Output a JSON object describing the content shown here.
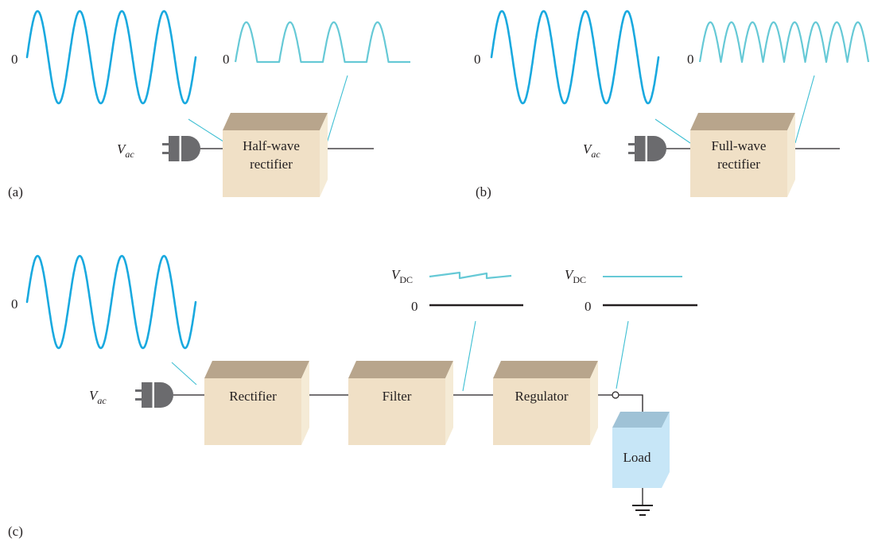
{
  "colors": {
    "input_wave": "#19a9df",
    "output_wave": "#66c9d6",
    "block_front": "#f0e0c6",
    "block_top": "#b8a58c",
    "block_side": "#f5ebd6",
    "load_front": "#c7e6f7",
    "load_top": "#9fc2d6",
    "plug": "#6b6b6e"
  },
  "icons": [
    "ac-plug-icon",
    "ground-icon",
    "output-terminal-icon"
  ],
  "zero": "0",
  "source": {
    "main": "V",
    "sub": "ac"
  },
  "vdc": {
    "main": "V",
    "sub": "DC"
  },
  "panel_a": {
    "label": "(a)",
    "block": [
      "Half-wave",
      "rectifier"
    ]
  },
  "panel_b": {
    "label": "(b)",
    "block": [
      "Full-wave",
      "rectifier"
    ]
  },
  "panel_c": {
    "label": "(c)",
    "rectifier": "Rectifier",
    "filter": "Filter",
    "regulator": "Regulator",
    "load": "Load"
  }
}
